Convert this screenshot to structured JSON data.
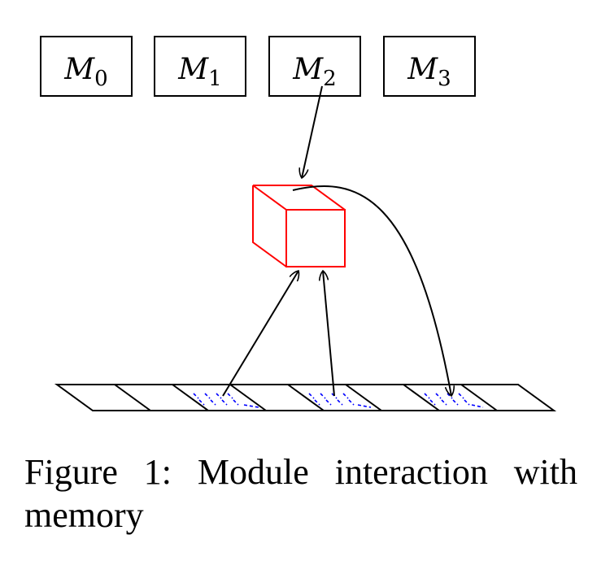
{
  "modules": [
    {
      "letter": "M",
      "subscript": "0"
    },
    {
      "letter": "M",
      "subscript": "1"
    },
    {
      "letter": "M",
      "subscript": "2"
    },
    {
      "letter": "M",
      "subscript": "3"
    }
  ],
  "memory": {
    "cell_count": 8,
    "marked_cells": [
      2,
      4,
      6
    ]
  },
  "colors": {
    "cube": "#ff0000",
    "memory_marks": "#0000ff",
    "lines": "#000000"
  },
  "caption": "Figure 1:  Module interaction with memory"
}
